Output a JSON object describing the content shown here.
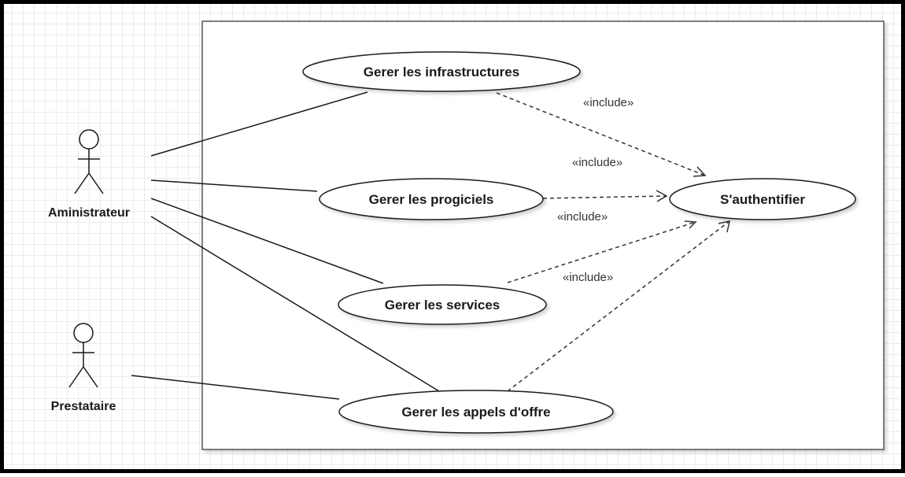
{
  "actors": {
    "admin": {
      "label": "Aministrateur"
    },
    "provider": {
      "label": "Prestataire"
    }
  },
  "use_cases": {
    "infrastructures": "Gerer les infrastructures",
    "progiciels": "Gerer les progiciels",
    "services": "Gerer les services",
    "appels": "Gerer les appels d'offre",
    "auth": "S'authentifier"
  },
  "relations": {
    "include_label": "«include»"
  },
  "colors": {
    "line": "#1a1a1a",
    "dashed": "#333333",
    "frame": "#000000"
  }
}
